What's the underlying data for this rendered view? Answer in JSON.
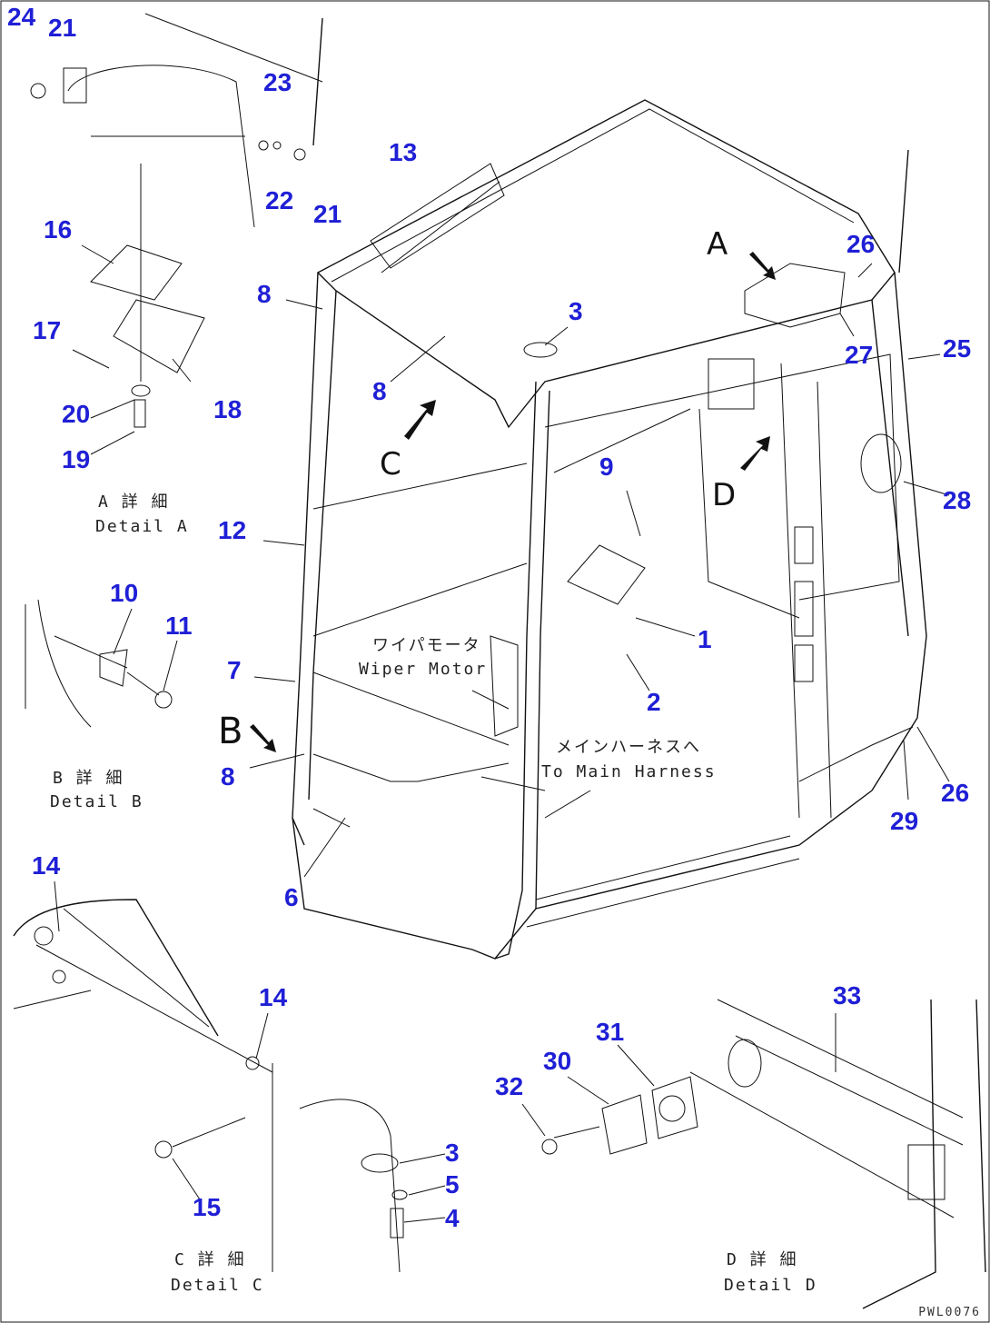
{
  "callouts": {
    "c24": "24",
    "c21a": "21",
    "c23": "23",
    "c22": "22",
    "c21b": "21",
    "c16": "16",
    "c17": "17",
    "c18": "18",
    "c20": "20",
    "c19": "19",
    "c13": "13",
    "c8a": "8",
    "c8b": "8",
    "c3a": "3",
    "c26a": "26",
    "c27": "27",
    "c25": "25",
    "c28": "28",
    "c9": "9",
    "c1": "1",
    "c2": "2",
    "c12": "12",
    "c10": "10",
    "c11": "11",
    "c7": "7",
    "c8c": "8",
    "c6": "6",
    "c26b": "26",
    "c29": "29",
    "c14a": "14",
    "c14b": "14",
    "c15": "15",
    "c3b": "3",
    "c5": "5",
    "c4": "4",
    "c33": "33",
    "c31": "31",
    "c30": "30",
    "c32": "32"
  },
  "views": {
    "a": "A",
    "b": "B",
    "c": "C",
    "d": "D"
  },
  "captions": {
    "detail_a_jp": "A 詳 細",
    "detail_a_en": "Detail A",
    "detail_b_jp": "B 詳 細",
    "detail_b_en": "Detail B",
    "detail_c_jp": "C 詳 細",
    "detail_c_en": "Detail C",
    "detail_d_jp": "D 詳 細",
    "detail_d_en": "Detail D",
    "wiper_jp": "ワイパモータ",
    "wiper_en": "Wiper Motor",
    "harness_jp": "メインハーネスへ",
    "harness_en": "To Main Harness"
  },
  "drawing_code": "PWL0076",
  "colors": {
    "callout": "#1f1fd6",
    "line": "#111111"
  }
}
